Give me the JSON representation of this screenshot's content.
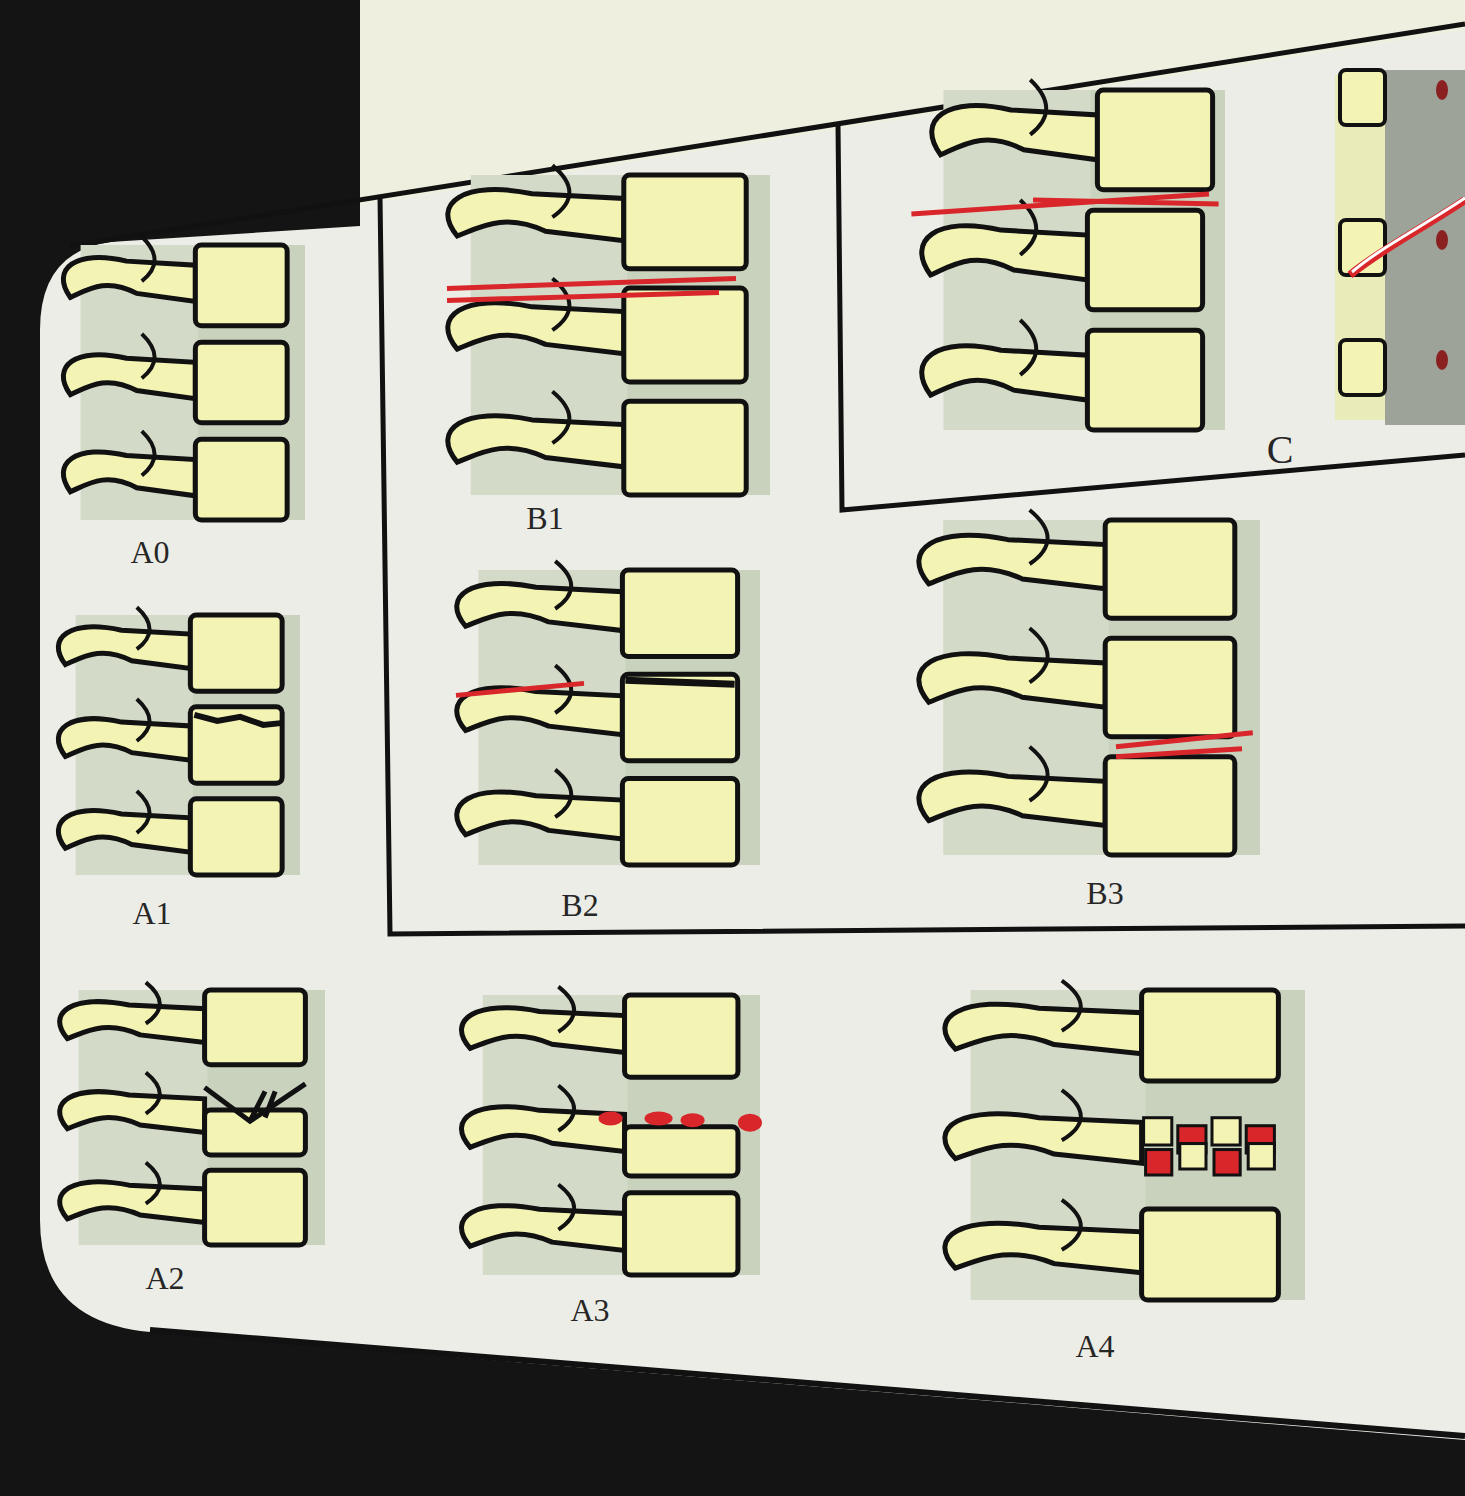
{
  "diagram": {
    "labels": [
      "A0",
      "B1",
      "C",
      "A1",
      "B2",
      "B3",
      "A2",
      "A3",
      "A4"
    ]
  }
}
